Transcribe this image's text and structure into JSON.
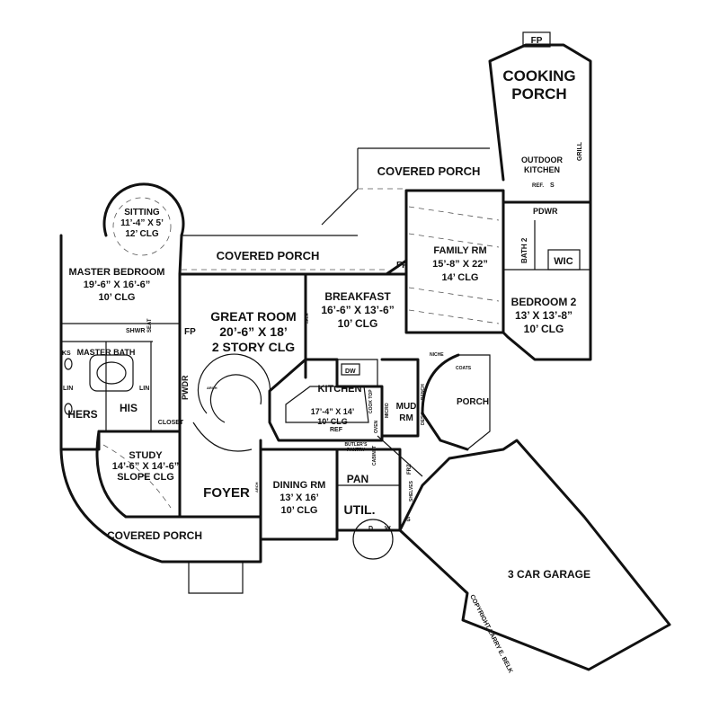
{
  "rooms": {
    "fireplace_porch": "FP",
    "cooking_porch": [
      "COOKING",
      "PORCH"
    ],
    "outdoor_kitchen": [
      "OUTDOOR",
      "KITCHEN"
    ],
    "grill": "GRILL",
    "ref_outdoor": "REF.",
    "sink": "S",
    "pwdr_upper": "PDWR",
    "covered_porch_upper": "COVERED PORCH",
    "sitting": [
      "SITTING",
      "11’-4” X 5’",
      "12’ CLG"
    ],
    "covered_porch_mid": "COVERED PORCH",
    "family_rm": [
      "FAMILY RM",
      "15’-8” X 22”",
      "14’ CLG"
    ],
    "fp_family": "FP",
    "bath2": "BATH 2",
    "wic": "WIC",
    "master_bedroom": [
      "MASTER BEDROOM",
      "19’-6” X 16’-6”",
      "10’ CLG"
    ],
    "breakfast": [
      "BREAKFAST",
      "16’-6” X 13’-6”",
      "10’ CLG"
    ],
    "bedroom2": [
      "BEDROOM 2",
      "13’ X 13’-8”",
      "10’ CLG"
    ],
    "great_room": [
      "GREAT ROOM",
      "20’-6” X 18’",
      "2 STORY CLG"
    ],
    "fp_great": "FP",
    "shwr": "SHWR",
    "seat": "SEAT",
    "master_bath": "MASTER BATH",
    "ks": "KS",
    "lin1": "LIN",
    "lin2": "LIN",
    "hers": "HERS",
    "his": "HIS",
    "pwdr_lower": "PWDR",
    "closet": "CLOSET",
    "kitchen": [
      "KITCHEN",
      "17’-4” X 14’",
      "10’ CLG"
    ],
    "dw_kitchen": "DW",
    "ref_kitchen": "REF",
    "butlers_pantry": [
      "BUTLER’S",
      "PANTRY"
    ],
    "cooktop": "COOK TOP",
    "oven": "OVEN",
    "micro": "MICRO",
    "cabinet": "CABINET",
    "mud_rm": [
      "MUD",
      "RM"
    ],
    "bench": "BENCH",
    "desk": "DESK",
    "niche": "NICHE",
    "coats": "COATS",
    "porch_side": "PORCH",
    "study": [
      "STUDY",
      "14’-6” X 14’-6”",
      "SLOPE CLG"
    ],
    "foyer": "FOYER",
    "dining_rm": [
      "DINING RM",
      "13’ X 16’",
      "10’ CLG"
    ],
    "pan": "PAN",
    "util": "UTIL.",
    "frz": "FRZ",
    "shelves": "SHELVES",
    "dryer": "D",
    "washer": "W",
    "sink_util": "S",
    "covered_porch_lower": "COVERED PORCH",
    "garage": "3 CAR GARAGE",
    "arch1": "ARCH",
    "arch2": "ARCH",
    "arch3": "ARCH"
  },
  "copyright": "COPYRIGHT LARRY E. BELK"
}
